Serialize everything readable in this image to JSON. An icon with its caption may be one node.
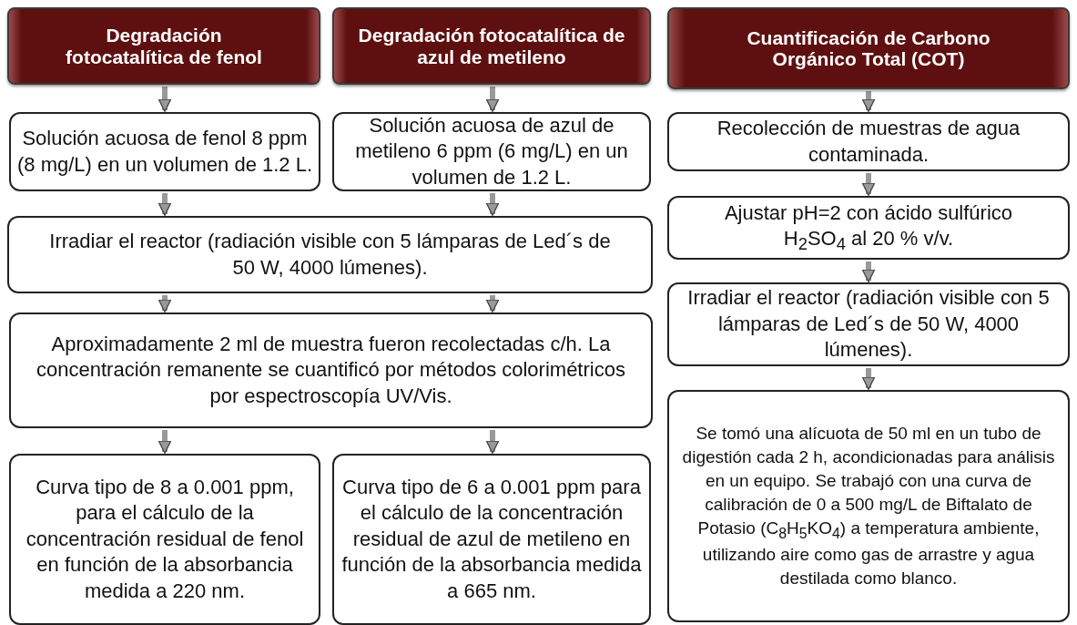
{
  "diagram": {
    "nodes": [
      {
        "text": [
          "Degradación fotocatalítica de fenol"
        ]
      },
      {
        "text": [
          "Degradación fotocatalítica de azul de metileno"
        ]
      },
      {
        "text": [
          "Cuantificación de Carbono Orgánico Total (COT)"
        ]
      },
      {
        "text": [
          "Solución acuosa de fenol 8 ppm (8 mg/L) en un volumen de 1.2 L."
        ]
      },
      {
        "text": [
          "Solución acuosa de azul de metileno 6 ppm (6 mg/L) en un volumen de 1.2 L."
        ]
      },
      {
        "text": [
          "Irradiar el reactor (radiación visible con 5 lámparas de Led´s de 50 W, 4000 lúmenes)."
        ]
      },
      {
        "text": [
          "Aproximadamente 2 ml de muestra fueron recolectadas c/h. La concentración remanente se cuantificó por métodos colorimétricos por espectroscopía UV/Vis."
        ]
      },
      {
        "text": [
          "Curva tipo de 8 a 0.001 ppm, para el cálculo de la concentración residual de fenol en función de la absorbancia medida a 220 nm."
        ]
      },
      {
        "text": [
          "Curva tipo de 6 a 0.001 ppm para el cálculo de la concentración residual de azul de metileno en función de la absorbancia medida a 665 nm."
        ]
      },
      {
        "text": [
          "Recolección de muestras de agua contaminada."
        ]
      },
      {
        "text": [
          "Ajustar pH=2 con ácido sulfúrico H$_{2}$SO$_{4}$ al 20 % v/v."
        ]
      },
      {
        "text": [
          "Irradiar el reactor (radiación visible con 5 lámparas de Led´s de 50 W, 4000 lúmenes)."
        ]
      },
      {
        "text": [
          "Se tomó una alícuota de 50 ml en un tubo de digestión cada 2 h, acondicionadas para análisis en un equipo. Se trabajó con una curva de calibración de 0 a 500 mg/L de Biftalato de Potasio (C$_{8}$H$_{5}$KO$_{4}$) a temperatura ambiente, utilizando aire como gas de arrastre y agua destilada como blanco."
        ]
      }
    ],
    "edges": [
      {
        "from": 0,
        "to": 3,
        "arrow": "to"
      },
      {
        "from": 1,
        "to": 4,
        "arrow": "to"
      },
      {
        "from": 3,
        "to": 5,
        "arrow": "to"
      },
      {
        "from": 4,
        "to": 5,
        "arrow": "to"
      },
      {
        "from": 5,
        "to": 6,
        "arrow": "to"
      },
      {
        "from": 5,
        "to": 6,
        "arrow": "to"
      },
      {
        "from": 6,
        "to": 7,
        "arrow": "to"
      },
      {
        "from": 6,
        "to": 8,
        "arrow": "to"
      },
      {
        "from": 2,
        "to": 9,
        "arrow": "to"
      },
      {
        "from": 9,
        "to": 10,
        "arrow": "to"
      },
      {
        "from": 10,
        "to": 11,
        "arrow": "to"
      },
      {
        "from": 11,
        "to": 12,
        "arrow": "to"
      }
    ]
  }
}
